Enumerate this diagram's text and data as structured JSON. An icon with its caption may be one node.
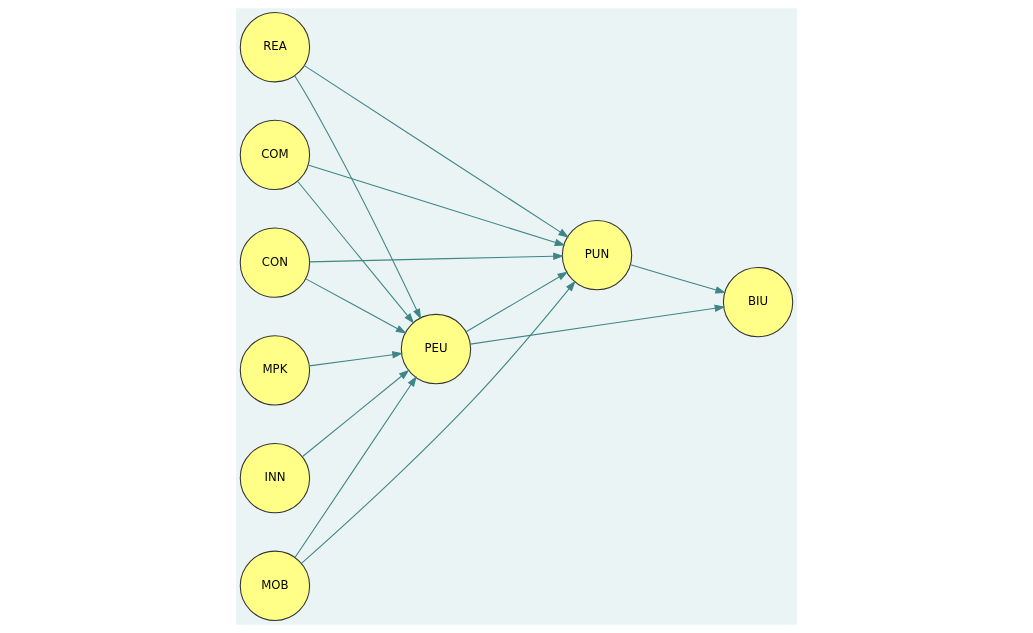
{
  "diagram": {
    "nodes": [
      {
        "text": [
          "PUN"
        ]
      },
      {
        "text": [
          "MOB"
        ]
      },
      {
        "text": [
          "BIU"
        ]
      },
      {
        "text": [
          "REA"
        ]
      },
      {
        "text": [
          "PEU"
        ]
      },
      {
        "text": [
          "COM"
        ]
      },
      {
        "text": [
          "CON"
        ]
      },
      {
        "text": [
          "MPK"
        ]
      },
      {
        "text": [
          "INN"
        ]
      }
    ],
    "edges": [
      {
        "from": 1,
        "to": 0,
        "arrow": "to"
      },
      {
        "from": 1,
        "to": 4,
        "arrow": "to"
      },
      {
        "from": 3,
        "to": 0,
        "arrow": "to"
      },
      {
        "from": 3,
        "to": 4,
        "arrow": "to"
      },
      {
        "from": 5,
        "to": 0,
        "arrow": "to"
      },
      {
        "from": 5,
        "to": 4,
        "arrow": "to"
      },
      {
        "from": 6,
        "to": 0,
        "arrow": "to"
      },
      {
        "from": 6,
        "to": 4,
        "arrow": "to"
      },
      {
        "from": 7,
        "to": 4,
        "arrow": "to"
      },
      {
        "from": 8,
        "to": 4,
        "arrow": "to"
      },
      {
        "from": 4,
        "to": 0,
        "arrow": "to"
      },
      {
        "from": 0,
        "to": 2,
        "arrow": "to"
      },
      {
        "from": 4,
        "to": 2,
        "arrow": "to"
      }
    ]
  }
}
